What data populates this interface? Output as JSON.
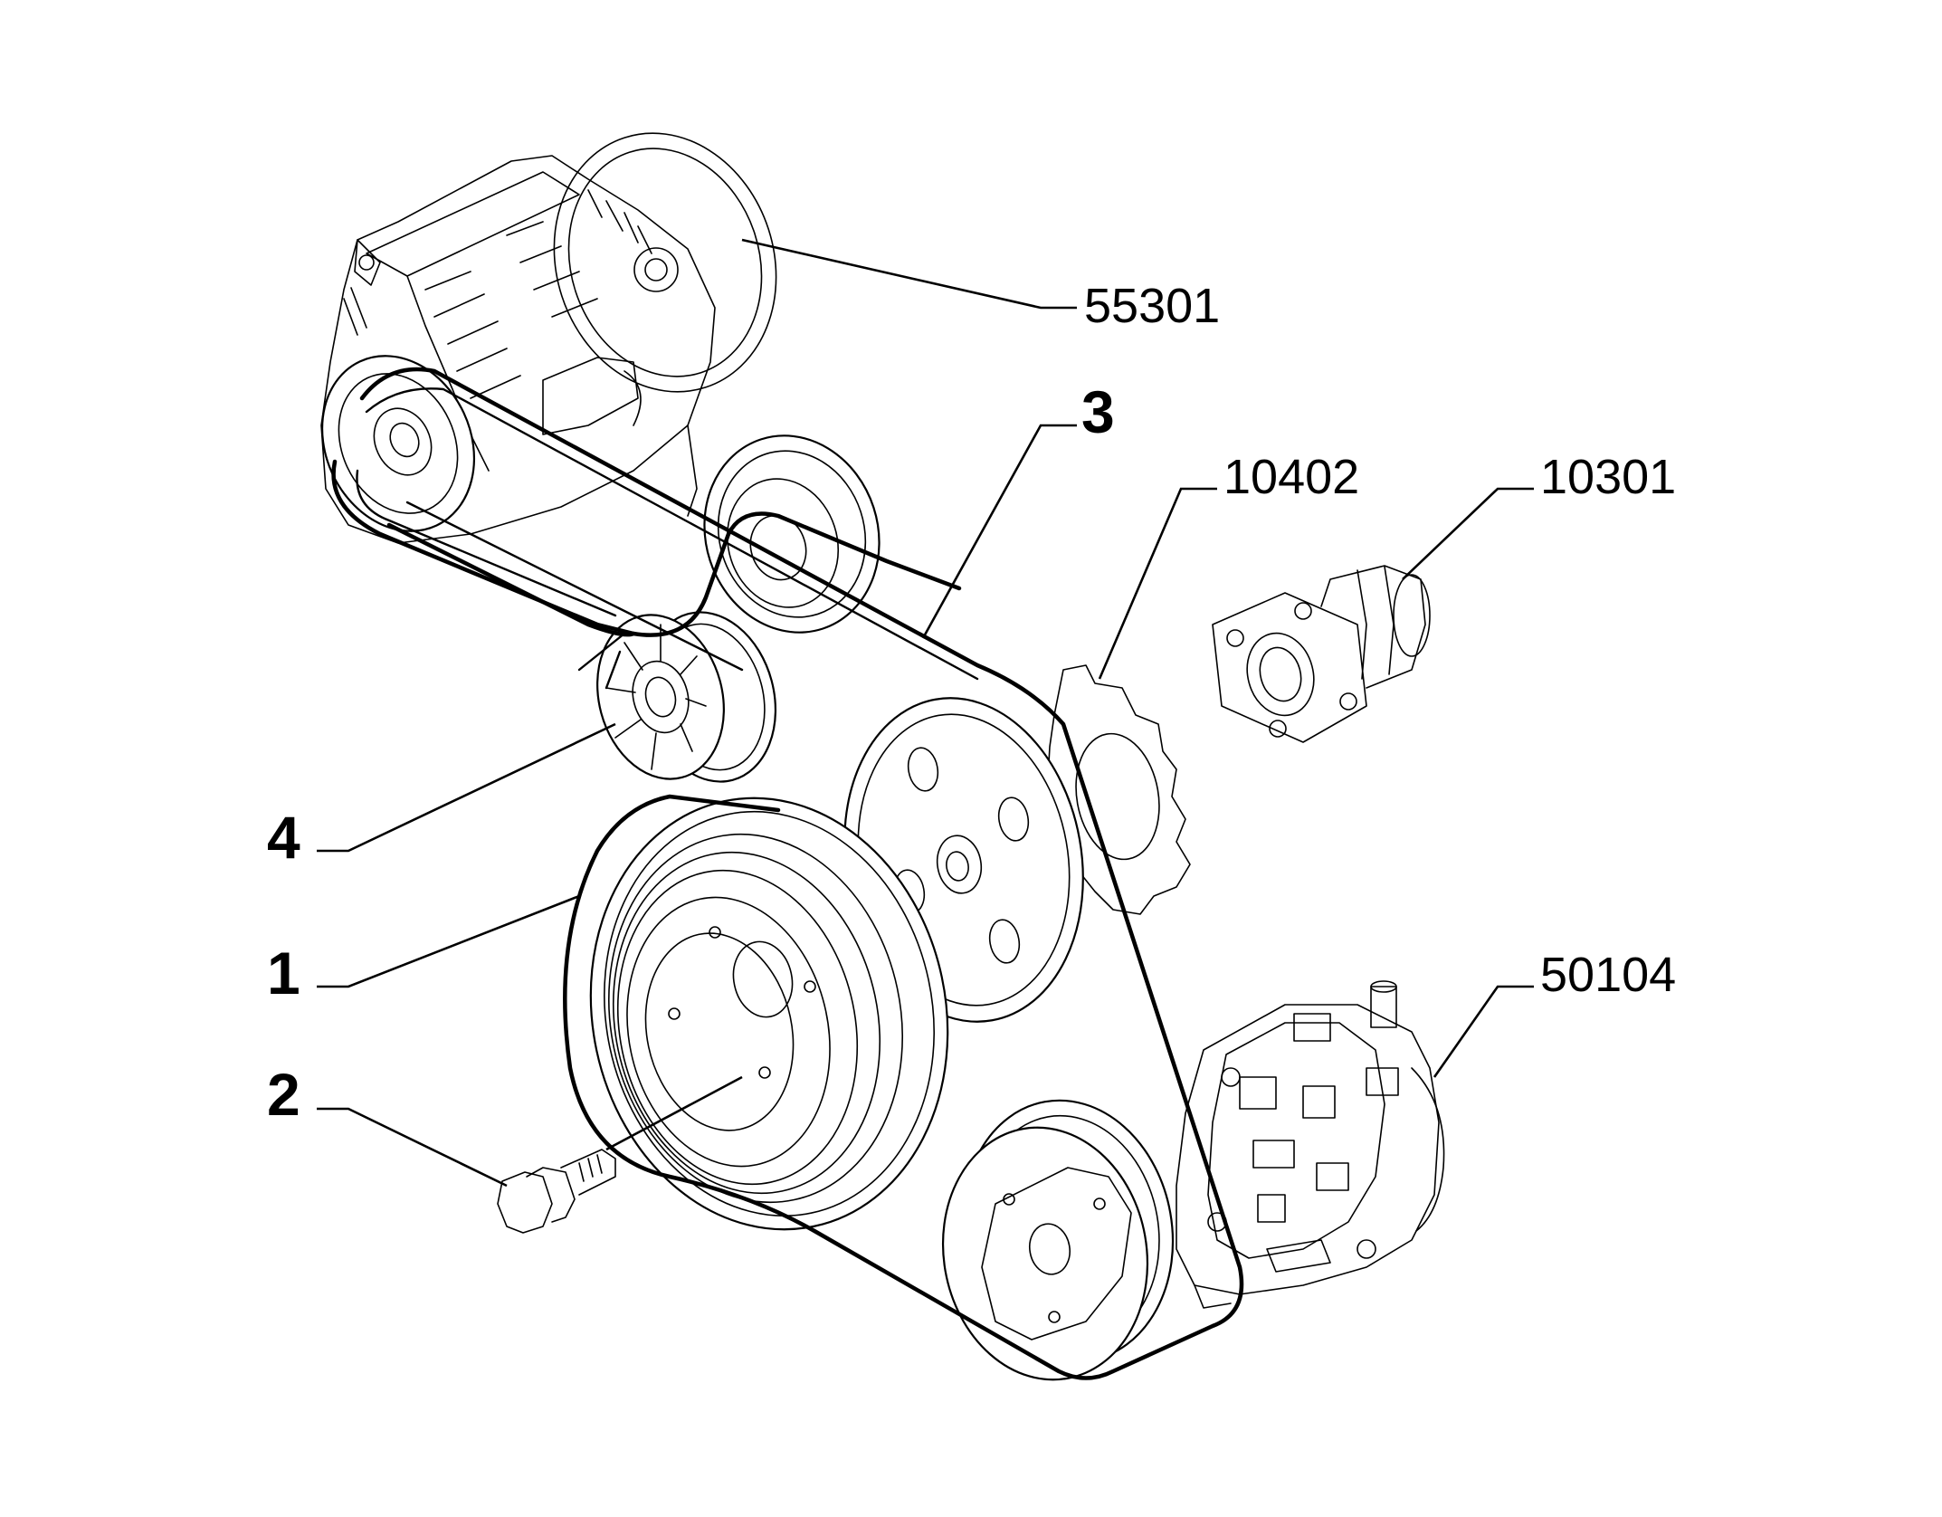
{
  "labels": {
    "ref_55301": "55301",
    "ref_10402": "10402",
    "ref_10301": "10301",
    "ref_50104": "50104",
    "item_1": "1",
    "item_2": "2",
    "item_3": "3",
    "item_4": "4"
  },
  "parts": {
    "alternator": "alternator",
    "tensioner_idler": "idler-pulley",
    "tensioner_pulley": "tensioner-pulley",
    "crankshaft_pulley": "crankshaft-pulley",
    "pump_pulley": "water-pump-pulley",
    "compressor_pulley": "compressor-pulley",
    "sprocket": "sprocket",
    "bracket": "tensioner-bracket",
    "compressor": "ac-compressor",
    "bolt": "bolt"
  }
}
